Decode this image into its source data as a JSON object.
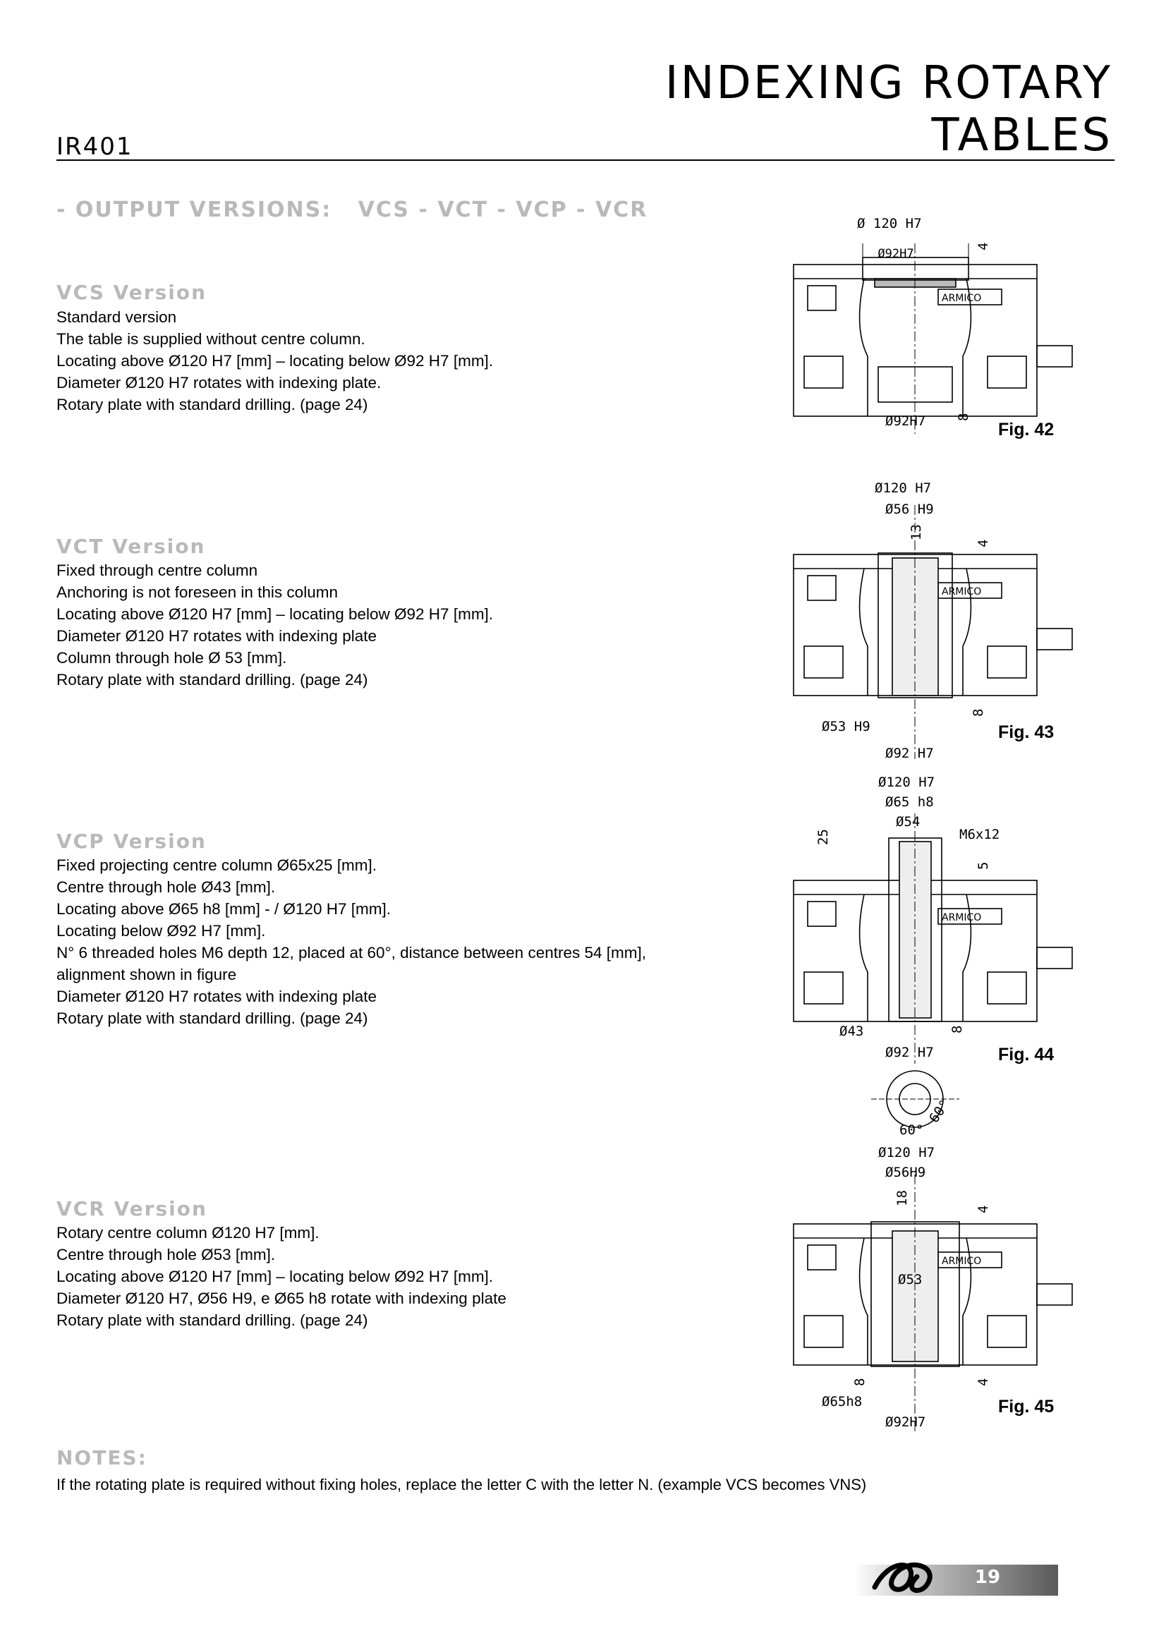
{
  "header": {
    "title_line1": "INDEXING ROTARY",
    "title_line2": "TABLES",
    "model": "IR401"
  },
  "page_heading": "- OUTPUT VERSIONS:   VCS - VCT - VCP - VCR",
  "sections": [
    {
      "title": "VCS Version",
      "lines": [
        "Standard version",
        "The table is supplied without centre column.",
        "Locating above Ø120 H7 [mm] – locating below Ø92 H7 [mm].",
        "Diameter Ø120 H7 rotates with indexing plate.",
        "Rotary plate with standard drilling. (page 24)"
      ],
      "figure": {
        "label": "Fig. 42",
        "dims": [
          "Ø 120 H7",
          "4",
          "Ø92H7",
          "8"
        ],
        "brand": "ARMICO"
      }
    },
    {
      "title": "VCT Version",
      "lines": [
        "Fixed through centre column",
        "Anchoring is not foreseen in this column",
        "Locating above Ø120 H7 [mm] – locating below Ø92 H7 [mm].",
        "Diameter Ø120 H7 rotates with indexing plate",
        "Column through hole Ø 53 [mm].",
        "Rotary plate with standard drilling. (page 24)"
      ],
      "figure": {
        "label": "Fig. 43",
        "dims": [
          "Ø120 H7",
          "Ø56 H9",
          "13",
          "4",
          "Ø53 H9",
          "8",
          "Ø92 H7"
        ],
        "brand": "ARMICO"
      }
    },
    {
      "title": "VCP Version",
      "lines": [
        "Fixed projecting centre column Ø65x25 [mm].",
        "Centre through hole Ø43 [mm].",
        "Locating above Ø65 h8 [mm] - / Ø120 H7 [mm].",
        "Locating below Ø92 H7 [mm].",
        "N° 6 threaded holes M6 depth 12, placed at 60°, distance between centres 54 [mm],",
        "alignment shown in figure",
        "Diameter Ø120 H7 rotates with indexing plate",
        "Rotary plate with standard drilling. (page 24)"
      ],
      "figure": {
        "label": "Fig. 44",
        "dims": [
          "Ø120 H7",
          "Ø65 h8",
          "Ø54",
          "25",
          "M6x12",
          "5",
          "Ø43",
          "8",
          "Ø92 H7",
          "60°",
          "60°"
        ],
        "brand": "ARMICO"
      }
    },
    {
      "title": "VCR Version",
      "lines": [
        "Rotary centre column Ø120 H7 [mm].",
        "Centre through hole Ø53 [mm].",
        "Locating above Ø120 H7 [mm] – locating below Ø92 H7 [mm].",
        "Diameter Ø120 H7, Ø56 H9, e Ø65 h8 rotate with indexing plate",
        "Rotary plate with standard drilling. (page 24)"
      ],
      "figure": {
        "label": "Fig. 45",
        "dims": [
          "Ø120 H7",
          "Ø56H9",
          "18",
          "4",
          "Ø53",
          "8",
          "4",
          "Ø65h8",
          "Ø92H7"
        ],
        "brand": "ARMICO"
      }
    }
  ],
  "notes": {
    "title": "NOTES:",
    "text": "If the rotating plate is required without fixing holes, replace the letter C with the letter N. (example VCS becomes VNS)"
  },
  "footer": {
    "page_number": "19"
  }
}
